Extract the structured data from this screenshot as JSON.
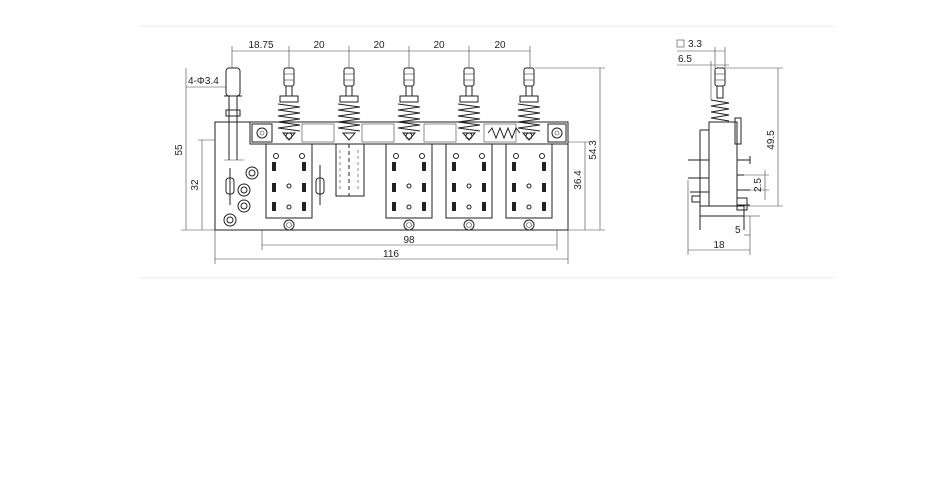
{
  "colors": {
    "line": "#222222",
    "background": "#ffffff",
    "frame": "#eeeeee"
  },
  "front_view": {
    "pitch_first": "18.75",
    "pitch": [
      "20",
      "20",
      "20",
      "20"
    ],
    "hole_note": "4-Φ3.4",
    "height_total": "55",
    "height_lower": "32",
    "height_right": "54.3",
    "height_body": "36.4",
    "width_inner": "98",
    "width_total": "116"
  },
  "side_view": {
    "shaft_square": "3.3",
    "shaft_offset": "6.5",
    "height_total": "49.5",
    "pin_pitch": "2.5",
    "base_height": "5",
    "depth": "18"
  }
}
